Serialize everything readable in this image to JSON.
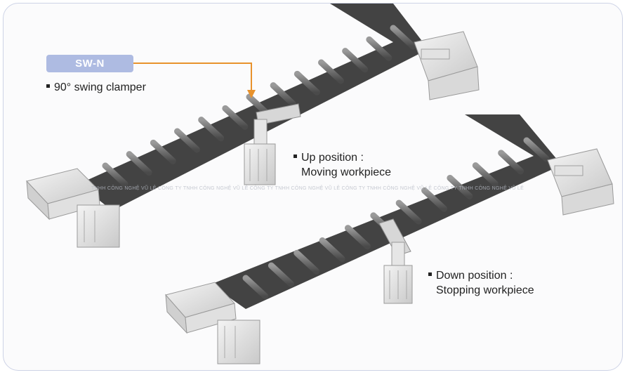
{
  "tag": {
    "label": "SW-N"
  },
  "clamper_label": "90° swing clamper",
  "up_position": {
    "line1": "Up position :",
    "line2": "Moving workpiece"
  },
  "down_position": {
    "line1": "Down position :",
    "line2": "Stopping workpiece"
  },
  "watermark": "TNHH CÔNG NGHỆ VŨ LÊ CÔNG TY TNHH CÔNG NGHỆ VŨ LÊ CÔNG TY TNHH CÔNG NGHỆ VŨ LÊ CÔNG TY TNHH CÔNG NGHỆ VŨ LÊ CÔNG TY TNHH CÔNG NGHỆ VŨ LÊ",
  "colors": {
    "tag": "#aebbe2",
    "arrow": "#e8922c",
    "belt": "#444444",
    "frame": "#cdd3e6"
  }
}
